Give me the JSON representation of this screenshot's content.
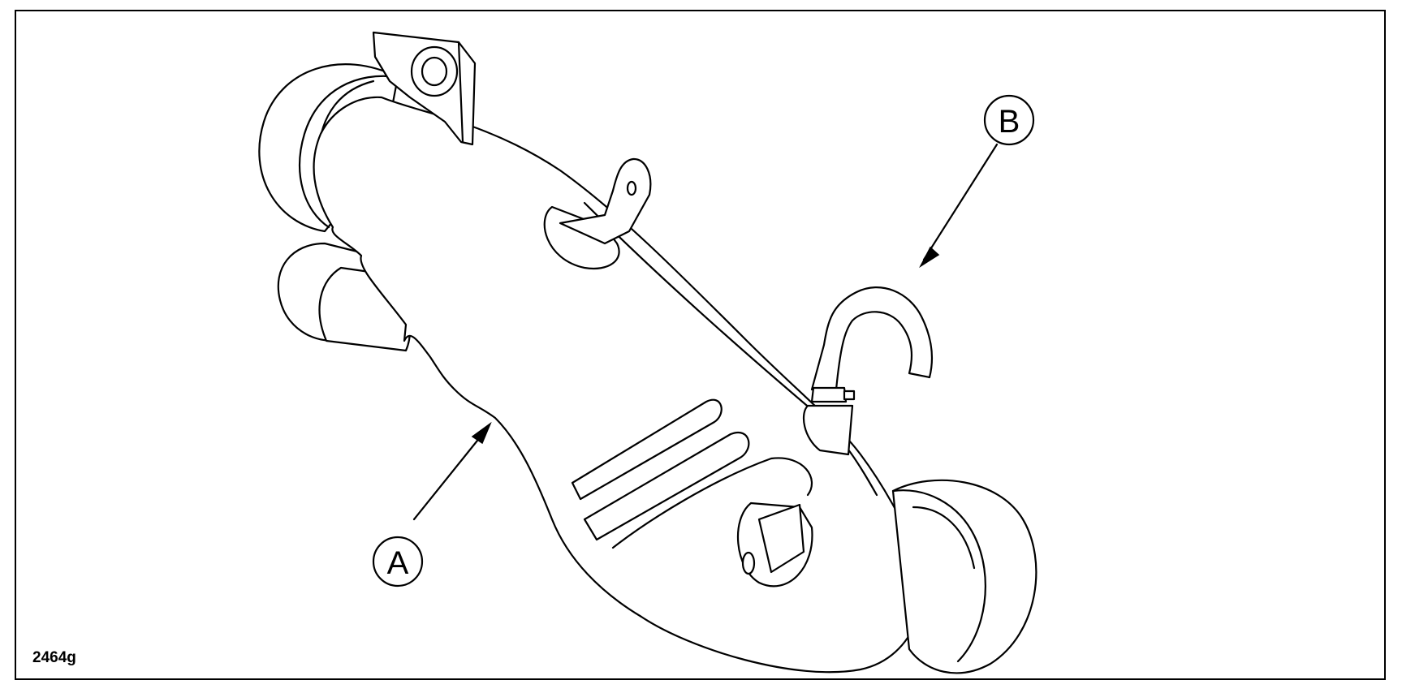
{
  "figure": {
    "id": "2464g",
    "callouts": {
      "a": "A",
      "b": "B"
    }
  }
}
